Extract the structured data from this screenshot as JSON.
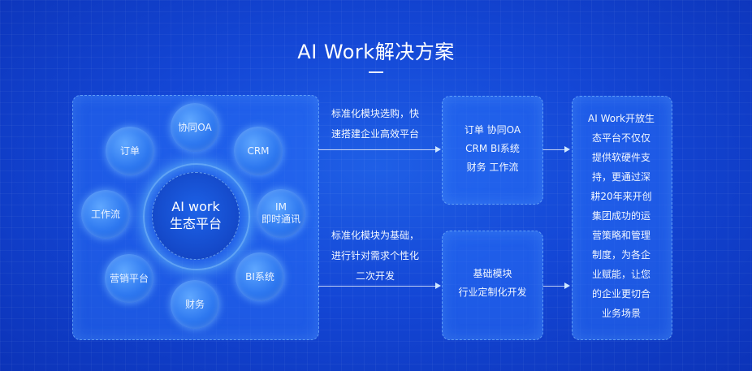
{
  "title": "AI Work解决方案",
  "ecosystem": {
    "hub": {
      "line1": "AI work",
      "line2": "生态平台"
    },
    "nodes": {
      "oa": "协同OA",
      "crm": "CRM",
      "im1": "IM",
      "im2": "即时通讯",
      "bi": "BI系统",
      "finance": "财务",
      "marketing": "营销平台",
      "workflow": "工作流",
      "order": "订单"
    }
  },
  "captions": {
    "top": [
      "标准化模块选购，快",
      "速搭建企业高效平台"
    ],
    "bottom": [
      "标准化模块为基础，",
      "进行针对需求个性化",
      "二次开发"
    ]
  },
  "boxes": {
    "top": [
      "订单 协同OA",
      "CRM BI系统",
      "财务 工作流"
    ],
    "bottom": [
      "基础模块",
      "行业定制化开发"
    ]
  },
  "description": [
    "AI Work开放生",
    "态平台不仅仅",
    "提供软硬件支",
    "持，更通过深",
    "耕20年来开创",
    "集团成功的运",
    "营策略和管理",
    "制度，为各企",
    "业赋能，让您",
    "的企业更切合",
    "业务场景"
  ]
}
